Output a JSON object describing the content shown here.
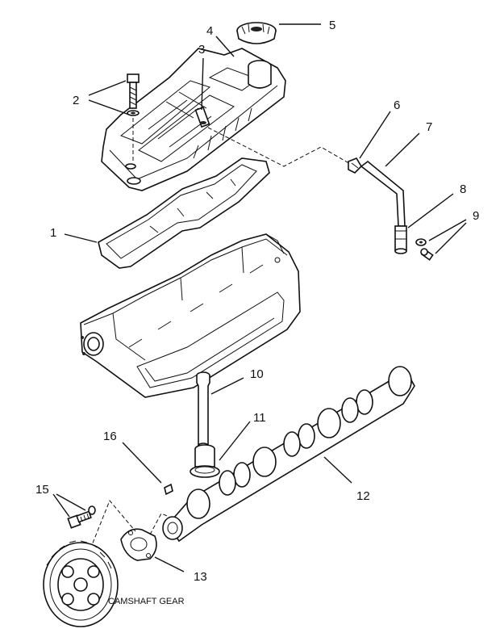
{
  "callouts": {
    "c1": "1",
    "c2": "2",
    "c3": "3",
    "c4": "4",
    "c5": "5",
    "c6": "6",
    "c7": "7",
    "c8": "8",
    "c9": "9",
    "c10": "10",
    "c11": "11",
    "c12": "12",
    "c13": "13",
    "c15": "15",
    "c16": "16"
  },
  "caption": "CAMSHAFT GEAR",
  "colors": {
    "ink": "#111111",
    "paper": "#ffffff"
  }
}
